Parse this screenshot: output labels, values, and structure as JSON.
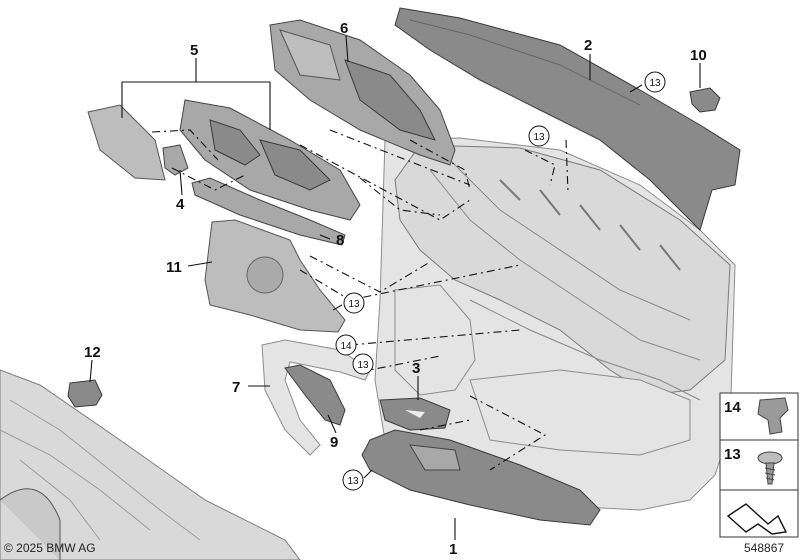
{
  "callouts": {
    "c1": "1",
    "c2": "2",
    "c3": "3",
    "c4": "4",
    "c5": "5",
    "c6": "6",
    "c7": "7",
    "c8": "8",
    "c9": "9",
    "c10": "10",
    "c11": "11",
    "c12": "12"
  },
  "circled_refs": {
    "r13_a": "13",
    "r13_b": "13",
    "r13_c": "13",
    "r13_d": "13",
    "r13_e": "13",
    "r14_a": "14"
  },
  "legend": {
    "item14": "14",
    "item13": "13"
  },
  "copyright": "© 2025 BMW AG",
  "diagram_number": "548867",
  "icons": [
    "clip-icon",
    "screw-icon",
    "direction-arrow-icon"
  ]
}
